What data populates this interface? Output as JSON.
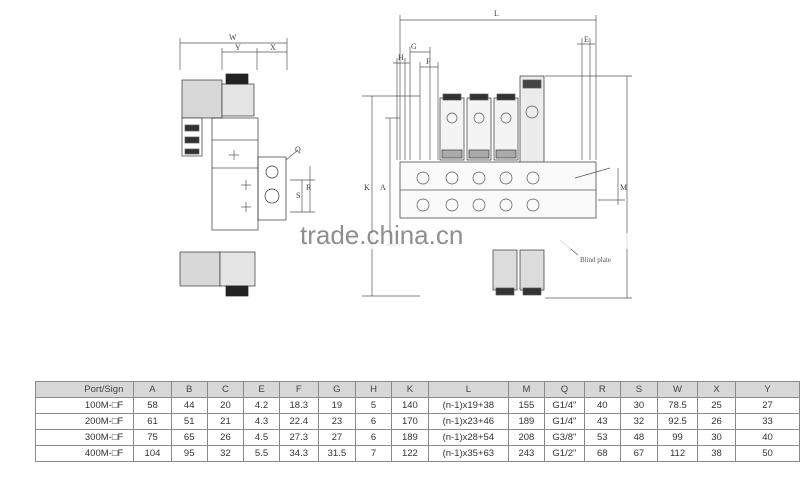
{
  "drawing": {
    "dims": {
      "W": "W",
      "Y": "Y",
      "X": "X",
      "Q": "Q",
      "S": "S",
      "R": "R",
      "L": "L",
      "G": "G",
      "H": "H",
      "F": "F",
      "E": "E",
      "A": "A",
      "K": "K",
      "M": "M"
    },
    "blind_plate": "Blind plate",
    "watermark": "trade.china.cn"
  },
  "table": {
    "headers": [
      "Port/Sign",
      "A",
      "B",
      "C",
      "E",
      "F",
      "G",
      "H",
      "K",
      "L",
      "M",
      "Q",
      "R",
      "S",
      "W",
      "X",
      "Y"
    ],
    "rows": [
      [
        "100M-□F",
        "58",
        "44",
        "20",
        "4.2",
        "18.3",
        "19",
        "5",
        "140",
        "(n-1)x19+38",
        "155",
        "G1/4\"",
        "40",
        "30",
        "78.5",
        "25",
        "27"
      ],
      [
        "200M-□F",
        "61",
        "51",
        "21",
        "4.3",
        "22.4",
        "23",
        "6",
        "170",
        "(n-1)x23+46",
        "189",
        "G1/4\"",
        "43",
        "32",
        "92.5",
        "26",
        "33"
      ],
      [
        "300M-□F",
        "75",
        "65",
        "26",
        "4.5",
        "27.3",
        "27",
        "6",
        "189",
        "(n-1)x28+54",
        "208",
        "G3/8\"",
        "53",
        "48",
        "99",
        "30",
        "40"
      ],
      [
        "400M-□F",
        "104",
        "95",
        "32",
        "5.5",
        "34.3",
        "31.5",
        "7",
        "122",
        "(n-1)x35+63",
        "243",
        "G1/2\"",
        "68",
        "67",
        "112",
        "38",
        "50"
      ]
    ],
    "col_widths": [
      96,
      36,
      36,
      36,
      35,
      37,
      36,
      36,
      36,
      80,
      35,
      37,
      36,
      37,
      39,
      38,
      70
    ]
  }
}
